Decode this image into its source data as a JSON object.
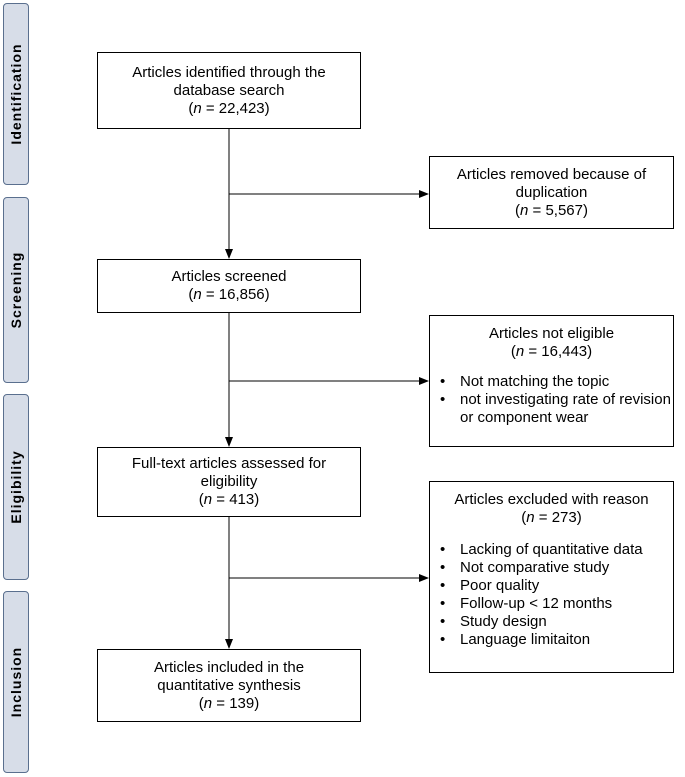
{
  "phases": {
    "identification": "Identification",
    "screening": "Screening",
    "eligibility": "Eligibility",
    "inclusion": "Inclusion"
  },
  "boxes": {
    "identified": {
      "lines": [
        "Articles identified through the",
        "database search"
      ],
      "n_prefix": "n",
      "n_value": " = 22,423"
    },
    "duplicates": {
      "lines": [
        "Articles removed because of",
        "duplication"
      ],
      "n_prefix": "n",
      "n_value": " = 5,567"
    },
    "screened": {
      "lines": [
        "Articles screened"
      ],
      "n_prefix": "n",
      "n_value": " = 16,856"
    },
    "not_eligible": {
      "title": "Articles not eligible",
      "n_prefix": "n",
      "n_value": " = 16,443",
      "items": [
        "Not matching the topic",
        "not investigating rate of revision or component wear"
      ]
    },
    "fulltext": {
      "lines": [
        "Full-text articles assessed for",
        "eligibility"
      ],
      "n_prefix": "n",
      "n_value": " = 413"
    },
    "excluded": {
      "title": "Articles excluded with reason",
      "n_prefix": "n",
      "n_value": " = 273",
      "items": [
        "Lacking of quantitative data",
        "Not comparative study",
        "Poor quality",
        "Follow-up < 12 months",
        "Study design",
        "Language limitaiton"
      ]
    },
    "included": {
      "lines": [
        "Articles included in the",
        "quantitative synthesis"
      ],
      "n_prefix": "n",
      "n_value": " = 139"
    }
  }
}
